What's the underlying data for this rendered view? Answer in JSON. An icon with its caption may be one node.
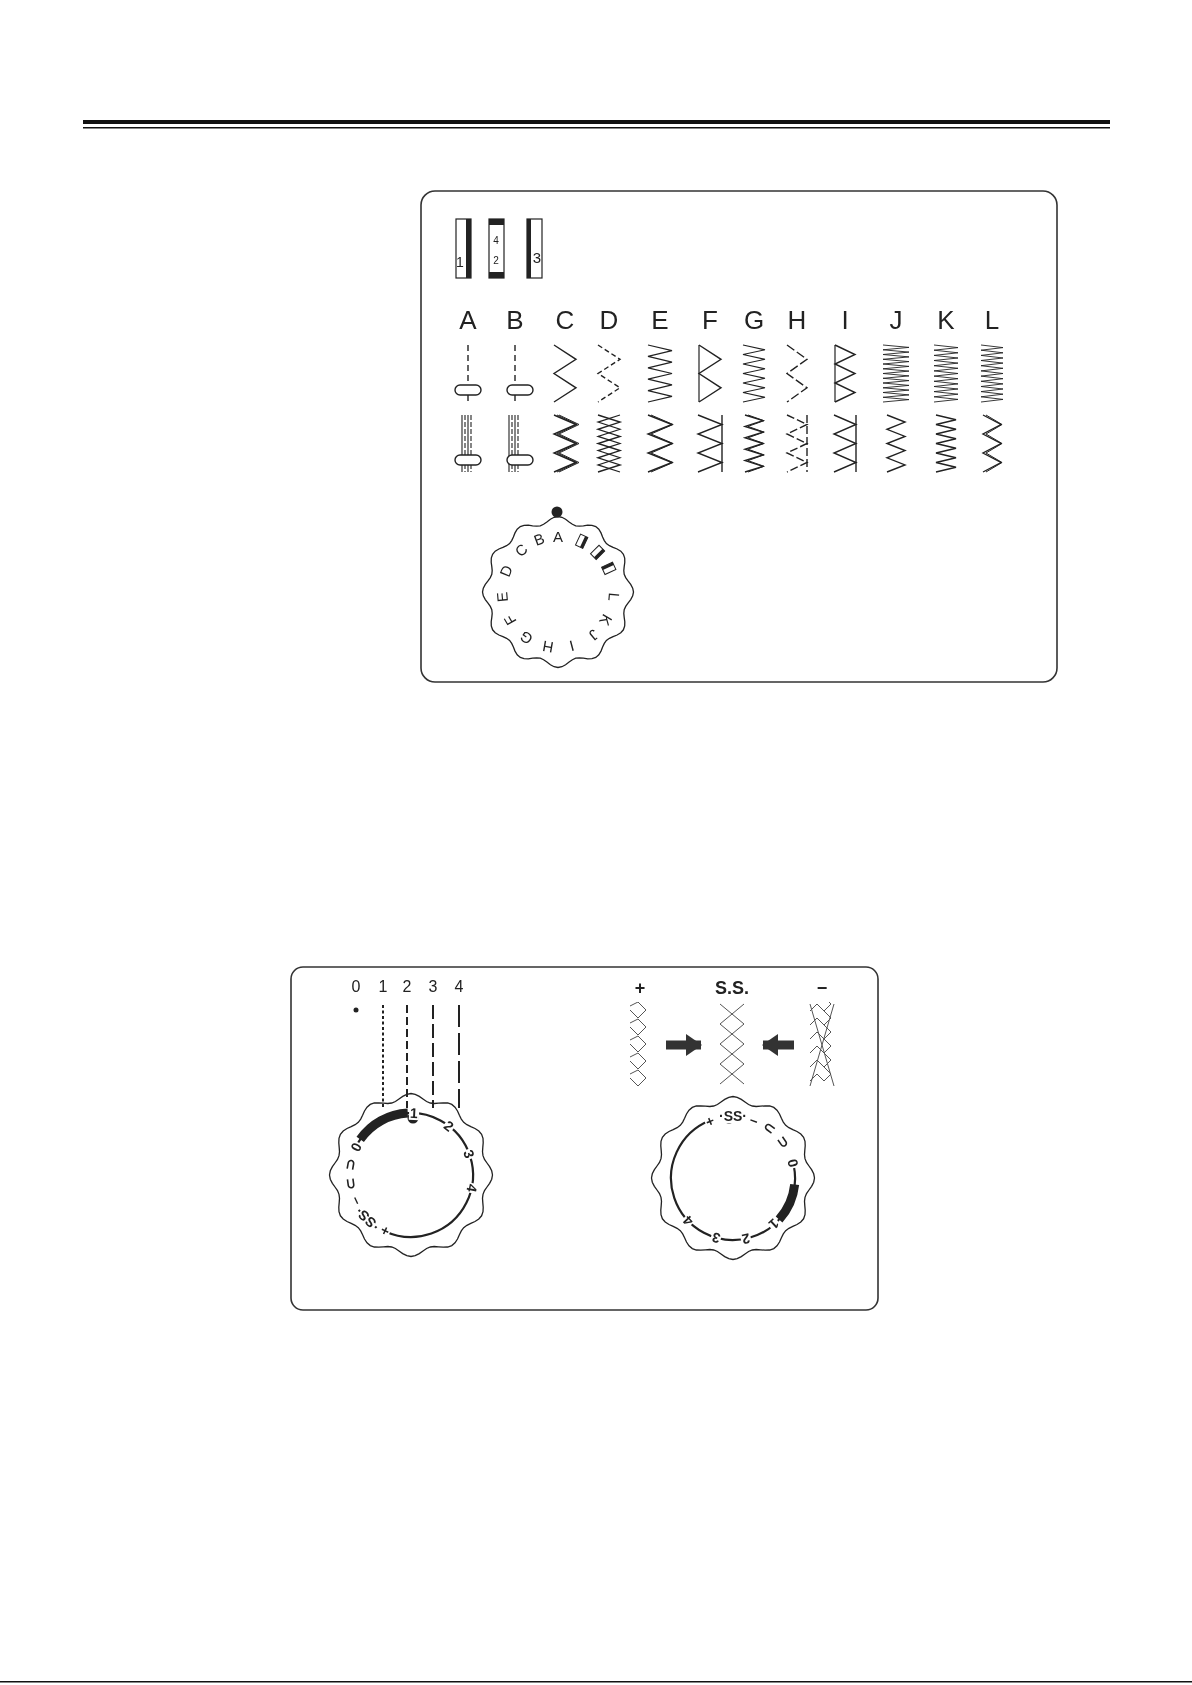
{
  "diagram": {
    "nodes": [
      {
        "text": [
          "+"
        ]
      },
      {
        "text": [
          "S.S."
        ]
      },
      {
        "text": [
          "−"
        ]
      }
    ],
    "edges": [
      {
        "from": 0,
        "to": 1,
        "arrow": "to"
      },
      {
        "from": 2,
        "to": 1,
        "arrow": "to"
      }
    ],
    "labels": [
      "1",
      "4",
      "2",
      "3",
      "A",
      "B",
      "C",
      "D",
      "E",
      "F",
      "G",
      "H",
      "I",
      "J",
      "K",
      "L",
      "B",
      "A",
      "C",
      "D",
      "E",
      "L",
      "F",
      "K",
      "G",
      "J",
      "H",
      "I",
      "0",
      "1",
      "2",
      "3",
      "4",
      "1",
      "2",
      "3",
      "4",
      "+",
      "·SS·",
      "–",
      "⊂",
      "⊃",
      "0",
      "+",
      "·SS·",
      "–",
      "⊂",
      "⊃",
      "0",
      "4",
      "1",
      "3",
      "2"
    ]
  }
}
